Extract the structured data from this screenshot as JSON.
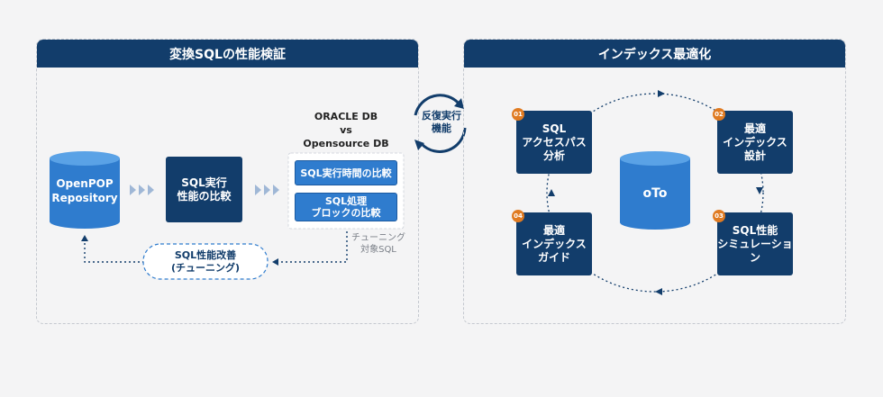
{
  "left_panel": {
    "title": "変換SQLの性能検証",
    "repository": {
      "line1": "OpenPOP",
      "line2": "Repository"
    },
    "compare_box": {
      "line1": "SQL実行",
      "line2": "性能の比較"
    },
    "db_header": {
      "line1": "ORACLE DB",
      "line2": "vs",
      "line3": "Opensource DB"
    },
    "db_items": [
      {
        "line1": "SQL実行時間の比較"
      },
      {
        "line1": "SQL処理",
        "line2": "ブロックの比較"
      }
    ],
    "tuning_note": {
      "line1": "チューニング",
      "line2": "対象SQL"
    },
    "improve": {
      "line1": "SQL性能改善",
      "line2": "(チューニング)"
    }
  },
  "center": {
    "line1": "反復実行",
    "line2": "機能"
  },
  "right_panel": {
    "title": "インデックス最適化",
    "hub": "oTo",
    "steps": [
      {
        "num": "01",
        "line1": "SQL",
        "line2": "アクセスパス",
        "line3": "分析"
      },
      {
        "num": "02",
        "line1": "最適",
        "line2": "インデックス",
        "line3": "設計"
      },
      {
        "num": "03",
        "line1": "SQL性能",
        "line2": "シミュレーション"
      },
      {
        "num": "04",
        "line1": "最適",
        "line2": "インデックス",
        "line3": "ガイド"
      }
    ]
  },
  "colors": {
    "navy": "#123d6b",
    "blue": "#2f7cce",
    "accent": "#e07b22",
    "background": "#f4f4f5"
  }
}
